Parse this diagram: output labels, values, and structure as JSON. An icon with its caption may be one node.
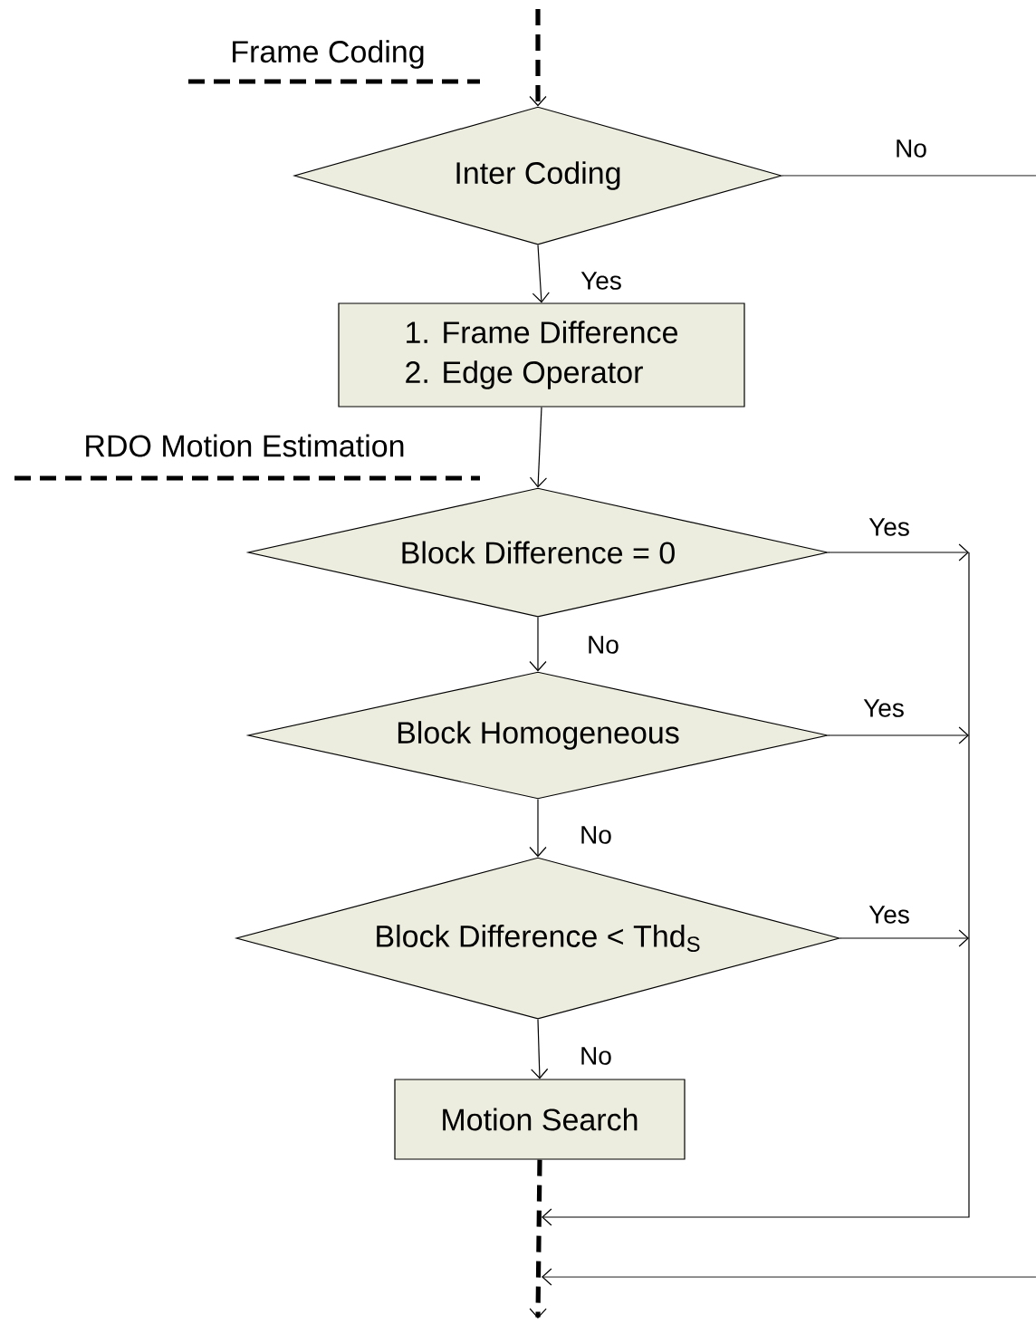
{
  "diagram": {
    "nodes": [
      {
        "text": [
          "Inter Coding"
        ]
      },
      {
        "text": [
          "1. Frame Difference",
          "2. Edge Operator"
        ]
      },
      {
        "text": [
          "Block Difference = 0"
        ]
      },
      {
        "text": [
          "Block Homogeneous"
        ]
      },
      {
        "text": [
          "Block Difference < Thd$_{S}$"
        ]
      },
      {
        "text": [
          "Motion Search"
        ]
      }
    ],
    "edges": [
      {
        "from": null,
        "to": 0,
        "arrow": "to",
        "style": "dashed"
      },
      {
        "from": 0,
        "to": 1,
        "arrow": "to",
        "label": "Yes"
      },
      {
        "from": 0,
        "to": null,
        "arrow": "none",
        "label": "No"
      },
      {
        "from": 1,
        "to": 2,
        "arrow": "to"
      },
      {
        "from": 2,
        "to": 3,
        "arrow": "to",
        "label": "No"
      },
      {
        "from": 2,
        "to": null,
        "arrow": "to",
        "label": "Yes"
      },
      {
        "from": 3,
        "to": 4,
        "arrow": "to",
        "label": "No"
      },
      {
        "from": 3,
        "to": null,
        "arrow": "to",
        "label": "Yes"
      },
      {
        "from": 4,
        "to": 5,
        "arrow": "to",
        "label": "No"
      },
      {
        "from": 4,
        "to": null,
        "arrow": "to",
        "label": "Yes"
      },
      {
        "from": 5,
        "to": null,
        "arrow": "to",
        "style": "dashed"
      }
    ],
    "labels": [
      "Frame Coding",
      "RDO Motion Estimation"
    ]
  }
}
